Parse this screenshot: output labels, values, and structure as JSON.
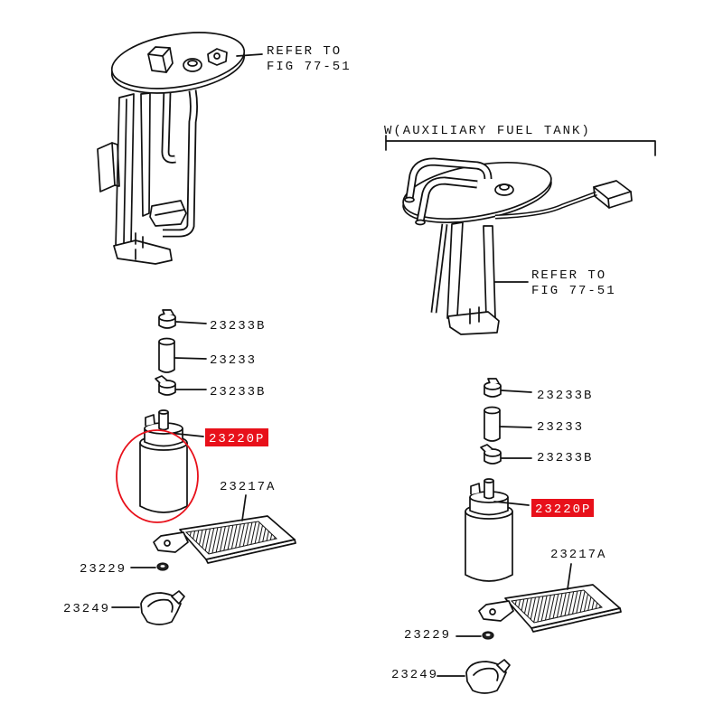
{
  "highlight_color": "#e8101a",
  "main_assembly": {
    "reference": {
      "line1": "REFER TO",
      "line2": "FIG 77-51"
    },
    "parts": {
      "hose_clamp_upper": "23233B",
      "fuel_hose": "23233",
      "hose_clamp_lower": "23233B",
      "fuel_pump": "23220P",
      "fuel_filter": "23217A",
      "ring": "23229",
      "bracket": "23249"
    }
  },
  "auxiliary_assembly": {
    "title": "W(AUXILIARY FUEL TANK)",
    "reference": {
      "line1": "REFER TO",
      "line2": "FIG 77-51"
    },
    "parts": {
      "hose_clamp_upper": "23233B",
      "fuel_hose": "23233",
      "hose_clamp_lower": "23233B",
      "fuel_pump": "23220P",
      "fuel_filter": "23217A",
      "ring": "23229",
      "bracket": "23249"
    }
  }
}
